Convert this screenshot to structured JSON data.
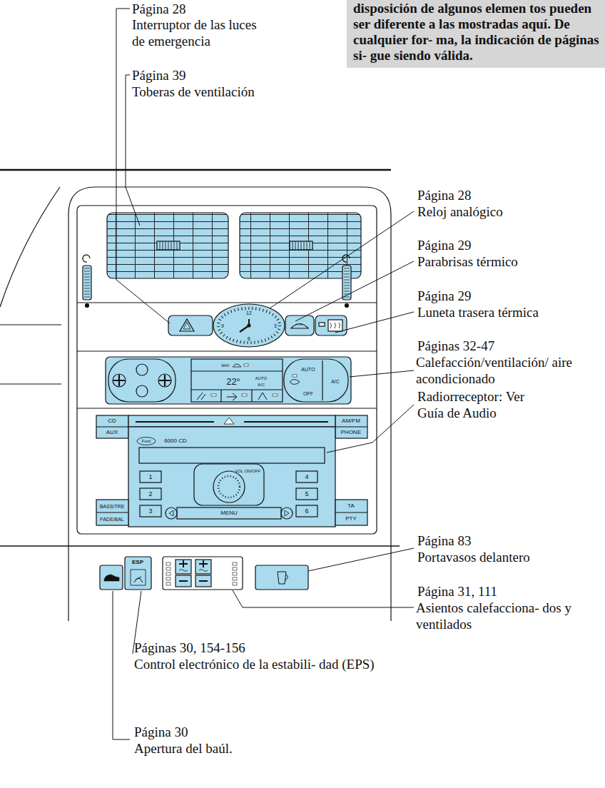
{
  "diagram": {
    "nodes": [
      {
        "text": [
          "disposición de algunos elemen tos pueden ser diferente a las mostradas aquí. De cualquier for- ma, la indicación de páginas si- gue siendo válida."
        ]
      }
    ],
    "labels": [
      "Página 28",
      "Interruptor de las luces de emergencia",
      "Página 39",
      "Toberas de ventilación",
      "Página 28",
      "Reloj analógico",
      "Página 29",
      "Parabrisas térmico",
      "Página 29",
      "Luneta trasera térmica",
      "Páginas 32-47",
      "Calefacción/ventilación/ aire acondicionado",
      "Radiorreceptor: Ver Guía de Audio",
      "Página 83",
      "Portavasos delantero",
      "Página 31, 111",
      "Asientos calefacciona- dos y ventilados",
      "Páginas 30, 154-156",
      "Control electrónico de la estabili- dad (EPS)",
      "Página 30",
      "Apertura del baúl.",
      "CD",
      "AUX",
      "AM/FM",
      "PHONE",
      "6000 CD",
      "Ford",
      "VOL ON/OFF",
      "1",
      "2",
      "3",
      "4",
      "5",
      "6",
      "MENU",
      "BASS/TRE",
      "FADE/BAL",
      "TA",
      "PTY",
      "ESP",
      "AUTO",
      "A/C",
      "OFF",
      "22°",
      "AUTO",
      "A/C",
      "MAX",
      "12",
      "3",
      "6",
      "9"
    ]
  }
}
